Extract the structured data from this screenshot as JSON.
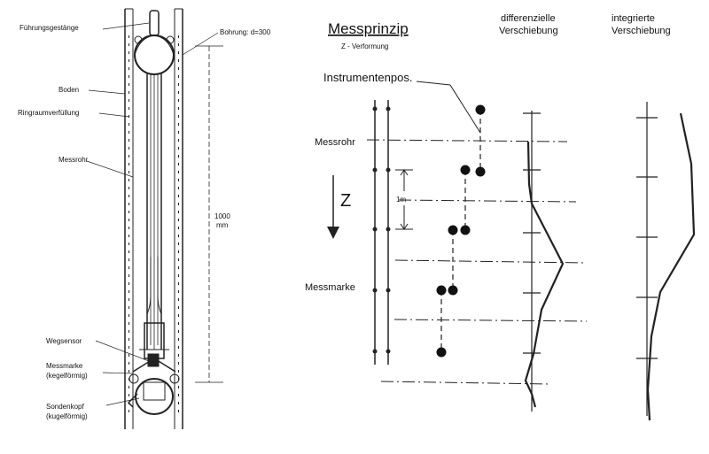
{
  "left_labels": {
    "fuehrungsgestaenge": "Führungsgestänge",
    "bohrung": "Bohrung: d=300",
    "boden": "Boden",
    "ringraum": "Ringraumverfüllung",
    "messrohr": "Messrohr",
    "length_value": "1000",
    "length_unit": "mm",
    "wegsensor": "Wegsensor",
    "messmarke_1": "Messmarke",
    "messmarke_2": "(kegelförmig)",
    "sondenkopf_1": "Sondenkopf",
    "sondenkopf_2": "(kugelförmig)"
  },
  "right_labels": {
    "title": "Messprinzip",
    "subtitle": "Z - Verformung",
    "diff_1": "differenzielle",
    "diff_2": "Verschiebung",
    "int_1": "integrierte",
    "int_2": "Verschiebung",
    "instrumentenpos": "Instrumentenpos.",
    "messrohr": "Messrohr",
    "z_axis": "Z",
    "one_m": "1m",
    "messmarke": "Messmarke"
  }
}
